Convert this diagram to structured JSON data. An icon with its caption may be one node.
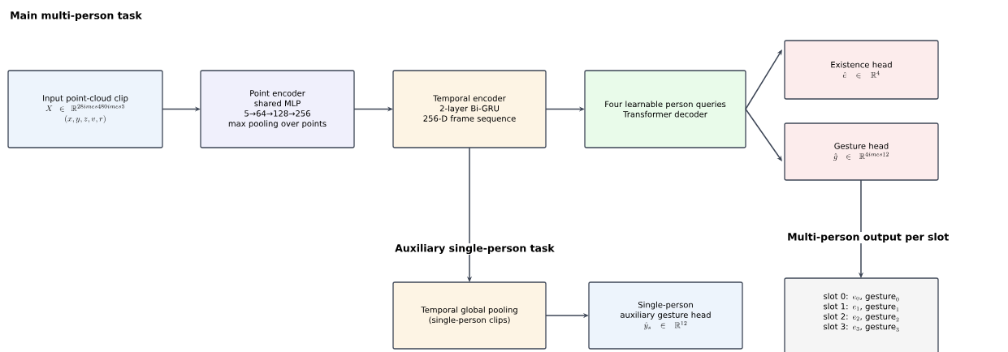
{
  "diagram": {
    "title": "Main multi-person task",
    "nodes": [
      {
        "text": [
          "Input point-cloud clip",
          "X \\in \\mathbb{R}^{28imes480imes5}",
          "(x, y, z, v, r)"
        ]
      },
      {
        "text": [
          "Point encoder",
          "shared MLP",
          "5→64→128→256",
          "max pooling over points"
        ]
      },
      {
        "text": [
          "Temporal encoder",
          "2-layer Bi-GRU",
          "256-D frame sequence"
        ]
      },
      {
        "text": [
          "Four learnable person queries",
          "Transformer decoder"
        ]
      },
      {
        "text": [
          "Existence head",
          "\\hat{e} \\in \\mathbb{R}^{4}"
        ]
      },
      {
        "text": [
          "Gesture head",
          "\\hat{g} \\in \\mathbb{R}^{4imes12}"
        ]
      },
      {
        "text": [
          "Temporal global pooling (single-person clips)"
        ]
      },
      {
        "text": [
          "Single-person auxiliary gesture head",
          "\\hat{y}_{s} \\in \\mathbb{R}^{12}"
        ]
      },
      {
        "text": [
          "\\text{slot 0: } e_{0}\\text{, gesture}_{0}",
          "\\text{slot 1: } e_{1}\\text{, gesture}_{1}",
          "\\text{slot 2: } e_{2}\\text{, gesture}_{2}",
          "\\text{slot 3: } e_{3}\\text{, gesture}_{3}"
        ]
      }
    ],
    "edges": [
      {
        "from": 0,
        "to": 1,
        "arrow": "to"
      },
      {
        "from": 1,
        "to": 2,
        "arrow": "to"
      },
      {
        "from": 2,
        "to": 3,
        "arrow": "to"
      },
      {
        "from": 3,
        "to": 4,
        "arrow": "to"
      },
      {
        "from": 3,
        "to": 5,
        "arrow": "to"
      },
      {
        "from": 2,
        "to": 6,
        "arrow": "to"
      },
      {
        "from": 6,
        "to": 7,
        "arrow": "to"
      },
      {
        "from": 5,
        "to": 8,
        "arrow": "to"
      }
    ],
    "labels": [
      "Auxiliary single-person task",
      "Multi-person output per slot"
    ]
  }
}
